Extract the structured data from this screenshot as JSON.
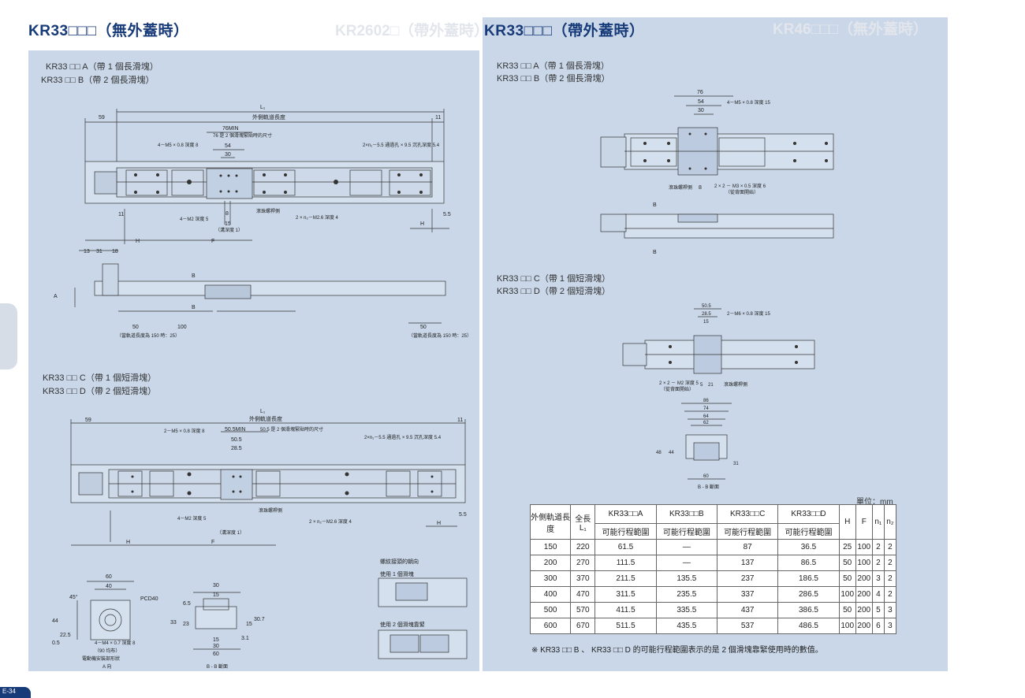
{
  "left_page": {
    "title": "KR33□□□（無外蓋時）",
    "ghost_title": "KR2602□（帶外蓋時）",
    "group1_label_a": "KR33 □□ A（帶 1 個長滑塊）",
    "group1_label_b": "KR33 □□ B（帶 2 個長滑塊）",
    "group2_label_c": "KR33 □□ C（帶 1 個短滑塊）",
    "group2_label_d": "KR33 □□ D（帶 2 個短滑塊）",
    "drawing1": {
      "L1": "L₁",
      "outer_rail": "外側軌道長度",
      "d59": "59",
      "d11": "11",
      "min": "76MIN",
      "min_note": "76 是 2 個滑塊緊貼時的尺寸",
      "d54": "54",
      "d30": "30",
      "hole_top": "4－M5 × 0.8 深度 8",
      "hole_right": "2×n₁－5.5 通過孔 × 9.5 沉孔深度 5.4",
      "hole_bottom_left": "4－M2 深度 5",
      "hole_bottom_right": "2 × n₂－M2.6 深度 4",
      "ball_screw": "滾珠螺桿側",
      "depth1": "（溝深度 1）",
      "d11b": "11",
      "d55": "5.5",
      "H": "H",
      "F": "F",
      "d8": "8",
      "d15": "15",
      "d13": "13",
      "d31": "31",
      "d18": "18",
      "d50a": "50",
      "d100": "100",
      "d50b": "50",
      "B": "B",
      "A": "A",
      "rail_note_left": "（當軌道長度為 150 時：25）",
      "rail_note_right": "（當軌道長度為 150 時：25）"
    },
    "drawing2": {
      "L1": "L₁",
      "outer_rail": "外側軌道長度",
      "d59": "59",
      "d11": "11",
      "min": "50.5MIN",
      "min_note": "50.5 是 2 個滑塊緊貼時的尺寸",
      "d505": "50.5",
      "d285": "28.5",
      "hole_top": "2－M5 × 0.8 深度 8",
      "hole_right": "2×n₁－5.5 通過孔 × 9.5 沉孔深度 5.4",
      "hole_bottom_left": "4－M2 深度 5",
      "hole_bottom_right": "2 × n₂－M2.6 深度 4",
      "ball_screw": "滾珠螺桿側",
      "depth1": "（溝深度 1）",
      "H": "H",
      "F": "F",
      "d55": "5.5"
    },
    "view_a": {
      "d60": "60",
      "d40": "40",
      "d45": "45°",
      "pcd": "PCD40",
      "holes": "4－M4 × 0.7 深度 8",
      "equal": "（90 均布）",
      "d44": "44",
      "d225": "22.5",
      "d05": "0.5",
      "caption": "電動機安裝部形狀",
      "sub": "A 向"
    },
    "view_bb": {
      "d30a": "30",
      "d15a": "15",
      "d65": "6.5",
      "d33": "33",
      "d23": "23",
      "d15b": "15",
      "d307": "30.7",
      "d31": "3.1",
      "d30b": "30",
      "d15c": "15",
      "d60": "60",
      "caption": "B - B 斷面"
    },
    "thread_box": {
      "title": "螺紋接頭的朝向",
      "one": "使用 1 個滑塊",
      "two": "使用 2 個滑塊靠緊"
    }
  },
  "right_page": {
    "title": "KR33□□□（帶外蓋時）",
    "ghost_title": "KR46□□□（無外蓋時）",
    "group1_label_a": "KR33 □□ A（帶 1 個長滑塊）",
    "group1_label_b": "KR33 □□ B（帶 2 個長滑塊）",
    "group2_label_c": "KR33 □□ C（帶 1 個短滑塊）",
    "group2_label_d": "KR33 □□ D（帶 2 個短滑塊）",
    "drawing1": {
      "d76": "76",
      "d54": "54",
      "d30": "30",
      "holes": "4－M5 × 0.8 深度 15",
      "ball_screw": "滾珠螺桿側",
      "holes2": "2 × 2 － M3 × 0.5 深度 6",
      "holes2_note": "（從背面開始）",
      "d8": "8",
      "B": "B"
    },
    "drawing2": {
      "d505": "50.5",
      "d285": "28.5",
      "d15": "15",
      "holes": "2－M6 × 0.8 深度 15",
      "holes2": "2 × 2 － M2 深度 5",
      "holes2_note": "（從背面開始）",
      "d5": "5",
      "d21": "21",
      "ball_screw": "滾珠螺桿側"
    },
    "section": {
      "d86": "86",
      "d74": "74",
      "d64": "64",
      "d62": "62",
      "d60": "60",
      "d44": "44",
      "d48": "48",
      "d31": "31",
      "caption": "B - B 斷面"
    },
    "unit": "單位：mm",
    "table": {
      "headers": {
        "rail": "外側軌道長度",
        "total": "全長",
        "total_sub": "L₁",
        "a": "KR33□□A",
        "b": "KR33□□B",
        "c": "KR33□□C",
        "d": "KR33□□D",
        "sub": "可能行程範圍",
        "H": "H",
        "F": "F",
        "n1": "n₁",
        "n2": "n₂"
      },
      "rows": [
        {
          "rail": "150",
          "L1": "220",
          "a": "61.5",
          "b": "—",
          "c": "87",
          "d": "36.5",
          "H": "25",
          "F": "100",
          "n1": "2",
          "n2": "2"
        },
        {
          "rail": "200",
          "L1": "270",
          "a": "111.5",
          "b": "—",
          "c": "137",
          "d": "86.5",
          "H": "50",
          "F": "100",
          "n1": "2",
          "n2": "2"
        },
        {
          "rail": "300",
          "L1": "370",
          "a": "211.5",
          "b": "135.5",
          "c": "237",
          "d": "186.5",
          "H": "50",
          "F": "200",
          "n1": "3",
          "n2": "2"
        },
        {
          "rail": "400",
          "L1": "470",
          "a": "311.5",
          "b": "235.5",
          "c": "337",
          "d": "286.5",
          "H": "100",
          "F": "200",
          "n1": "4",
          "n2": "2"
        },
        {
          "rail": "500",
          "L1": "570",
          "a": "411.5",
          "b": "335.5",
          "c": "437",
          "d": "386.5",
          "H": "50",
          "F": "200",
          "n1": "5",
          "n2": "3"
        },
        {
          "rail": "600",
          "L1": "670",
          "a": "511.5",
          "b": "435.5",
          "c": "537",
          "d": "486.5",
          "H": "100",
          "F": "200",
          "n1": "6",
          "n2": "3"
        }
      ],
      "note": "※ KR33 □□ B 、 KR33 □□ D 的可能行程範圍表示的是 2 個滑塊靠緊使用時的數值。"
    }
  },
  "page_number": "E-34"
}
